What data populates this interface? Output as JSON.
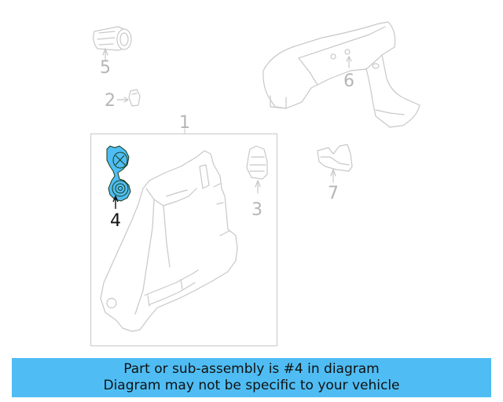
{
  "diagram": {
    "highlight_color": "#4fbdf3",
    "line_color_muted": "#c8c8c8",
    "label_color_muted": "#b5b5b5",
    "label_color_active": "#111111",
    "callouts": [
      {
        "number": "1",
        "part": "quarter-trim-panel-assembly"
      },
      {
        "number": "2",
        "part": "clip"
      },
      {
        "number": "3",
        "part": "lamp"
      },
      {
        "number": "4",
        "part": "highlighted-subassembly",
        "highlighted": true
      },
      {
        "number": "5",
        "part": "socket"
      },
      {
        "number": "6",
        "part": "upper-trim"
      },
      {
        "number": "7",
        "part": "bracket"
      }
    ]
  },
  "banner": {
    "line1": "Part or sub-assembly is #4 in diagram",
    "line2": "Diagram may not be specific to your vehicle",
    "background": "#4fbdf3"
  }
}
